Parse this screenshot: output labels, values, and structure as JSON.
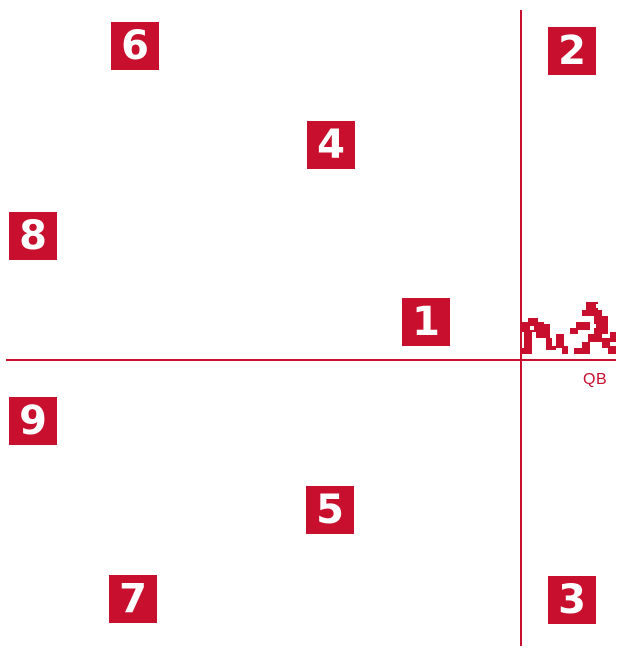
{
  "field": {
    "accent_color": "#c8102e",
    "background": "#ffffff"
  },
  "play_slots": [
    {
      "id": "slot-6",
      "label": "6"
    },
    {
      "id": "slot-2",
      "label": "2"
    },
    {
      "id": "slot-4",
      "label": "4"
    },
    {
      "id": "slot-8",
      "label": "8"
    },
    {
      "id": "slot-1",
      "label": "1"
    },
    {
      "id": "slot-9",
      "label": "9"
    },
    {
      "id": "slot-5",
      "label": "5"
    },
    {
      "id": "slot-7",
      "label": "7"
    },
    {
      "id": "slot-3",
      "label": "3"
    }
  ],
  "quarterback": {
    "label": "QB",
    "icon": "pixel-quarterback-sprite"
  }
}
